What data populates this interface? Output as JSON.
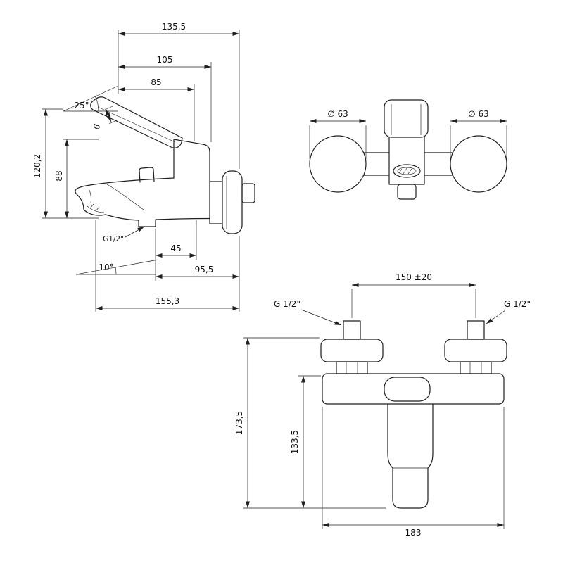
{
  "drawing": {
    "side_view": {
      "dim_width_total": "135,5",
      "dim_width_105": "105",
      "dim_width_85": "85",
      "angle_handle": "25°",
      "dim_thickness_6": "6",
      "dim_height_total": "120,2",
      "dim_height_88": "88",
      "label_thread": "G1/2\"",
      "dim_width_45": "45",
      "angle_spout": "10°",
      "dim_width_95": "95,5",
      "dim_width_bottom": "155,3"
    },
    "back_view": {
      "dim_dia_left": "∅ 63",
      "dim_dia_right": "∅ 63"
    },
    "front_view": {
      "dim_spacing": "150 ±20",
      "label_thread_left": "G 1/2\"",
      "label_thread_right": "G 1/2\"",
      "dim_height_total": "173,5",
      "dim_height_body": "133,5",
      "dim_width_total": "183"
    },
    "style": {
      "line_color": "#1f1f1f",
      "background": "#ffffff"
    }
  }
}
